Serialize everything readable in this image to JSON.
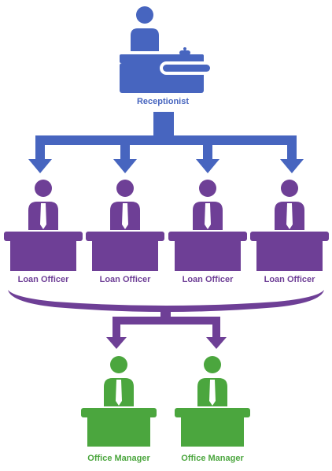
{
  "colors": {
    "receptionist": "#4765bf",
    "loan_officer": "#6e3f96",
    "office_manager": "#4ba63e",
    "tie": "#ffffff"
  },
  "receptionist": {
    "label": "Receptionist"
  },
  "loan_officers": [
    {
      "label": "Loan Officer"
    },
    {
      "label": "Loan Officer"
    },
    {
      "label": "Loan Officer"
    },
    {
      "label": "Loan Officer"
    }
  ],
  "office_managers": [
    {
      "label": "Office Manager"
    },
    {
      "label": "Office Manager"
    }
  ]
}
